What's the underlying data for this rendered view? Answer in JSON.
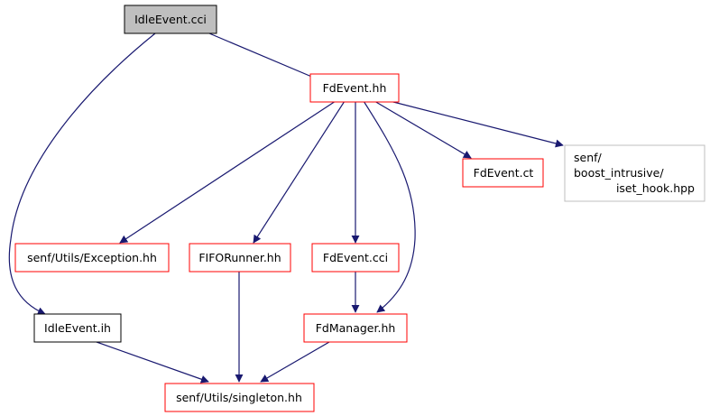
{
  "colors": {
    "edge": "#191970",
    "root_fill": "#bfbfbf",
    "root_border": "#000000",
    "linked_border": "#ff0000",
    "plain_border": "#000000",
    "external_border": "#bfbfbf",
    "background": "#ffffff"
  },
  "nodes": {
    "idle_event_cci": {
      "label": "IdleEvent.cci"
    },
    "fd_event_hh": {
      "label": "FdEvent.hh"
    },
    "fd_event_ct": {
      "label": "FdEvent.ct"
    },
    "boost_intrusive": {
      "lines": [
        "senf/",
        "boost_intrusive/",
        "iset_hook.hpp"
      ]
    },
    "exception_hh": {
      "label": "senf/Utils/Exception.hh"
    },
    "fifo_runner_hh": {
      "label": "FIFORunner.hh"
    },
    "fd_event_cci": {
      "label": "FdEvent.cci"
    },
    "idle_event_ih": {
      "label": "IdleEvent.ih"
    },
    "fd_manager_hh": {
      "label": "FdManager.hh"
    },
    "singleton_hh": {
      "label": "senf/Utils/singleton.hh"
    }
  }
}
